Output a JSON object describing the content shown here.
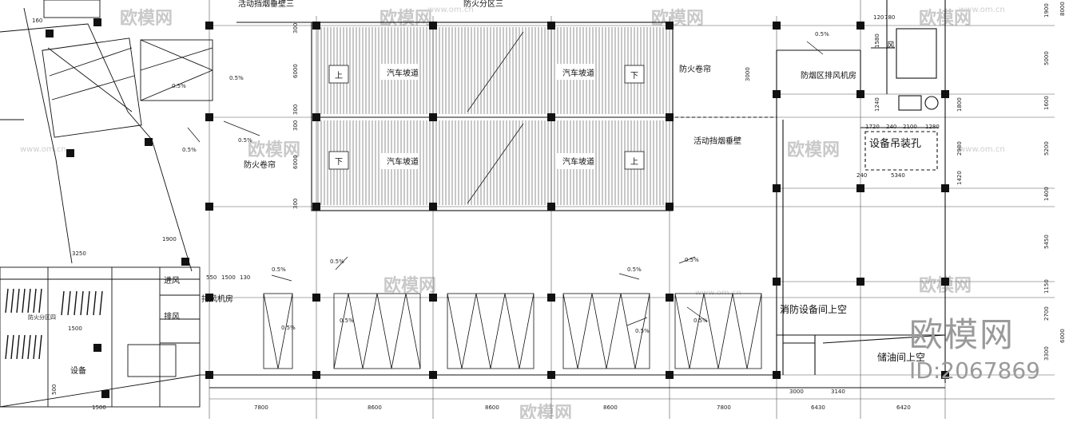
{
  "watermark": {
    "brand": "欧模网",
    "id": "ID:2067869",
    "site": "www.om.cn"
  },
  "labels": {
    "top_note": "活动挡烟垂壁三",
    "fire_zone": "防火分区三",
    "ramp": "汽车坡道",
    "up": "上",
    "down": "下",
    "fire_shutter": "防火卷帘",
    "smoke_barrier": "活动挡烟垂壁",
    "smoke_fan_room": "防烟区排风机房",
    "equip_hole": "设备吊装孔",
    "fire_equip_void": "消防设备间上空",
    "oil_void": "储油间上空",
    "exhaust_room": "排风机房",
    "air_in": "进风",
    "air_out": "排风",
    "fan_short": "风",
    "fire_zone_left": "防火分区四",
    "equip_short": "设备"
  },
  "slopes": {
    "s1": "0.5%"
  },
  "dimensions": {
    "bottom": [
      "7800",
      "8600",
      "8600",
      "8600",
      "7800",
      "6430",
      "6420"
    ],
    "bottom_sub": [
      "3000",
      "3140"
    ],
    "right": [
      "1900",
      "5000",
      "1600",
      "5200",
      "1400",
      "5450",
      "1150",
      "2700",
      "3300",
      "6000"
    ],
    "ramp_left": [
      "300",
      "6000",
      "300",
      "300",
      "6000",
      "300"
    ],
    "room": [
      "3000"
    ],
    "hole_top": [
      "1720",
      "240",
      "2100",
      "1280"
    ],
    "hole_right": [
      "2980",
      "1420"
    ],
    "hole_bottom": [
      "240",
      "5340"
    ],
    "stair_top": [
      "120",
      "780"
    ],
    "stair_side": [
      "1580",
      "1240"
    ],
    "left_misc": [
      "3250",
      "1900",
      "550",
      "1500",
      "130",
      "160",
      "500",
      "1500",
      "1500",
      "8000"
    ],
    "right_dim_mid": "1800"
  }
}
